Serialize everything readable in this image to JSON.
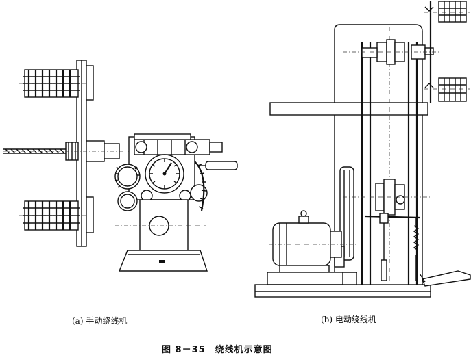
{
  "figure": {
    "caption_a": "(a) 手动绕线机",
    "caption_b": "(b) 电动绕线机",
    "title": "图 8－35　绕线机示意图"
  }
}
